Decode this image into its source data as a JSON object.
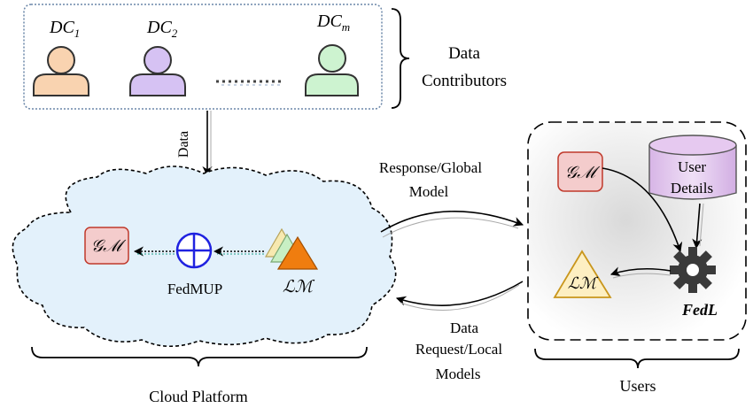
{
  "contributors": {
    "items": [
      {
        "label_main": "DC",
        "label_sub": "1"
      },
      {
        "label_main": "DC",
        "label_sub": "2"
      },
      {
        "label_main": "DC",
        "label_sub": "m"
      }
    ],
    "group_label_line1": "Data",
    "group_label_line2": "Contributors"
  },
  "flows": {
    "data_down": "Data",
    "response_line1": "Response/Global",
    "response_line2": "Model",
    "request_line1": "Data",
    "request_line2": "Request/Local",
    "request_line3": "Models"
  },
  "cloud": {
    "gm_label": "𝒢ℳ",
    "aggregator_label": "FedMUP",
    "lm_label": "ℒℳ",
    "brace_label": "Cloud Platform"
  },
  "users": {
    "gm_label": "𝒢ℳ",
    "db_line1": "User",
    "db_line2": "Details",
    "lm_label": "ℒℳ",
    "engine_label": "FedL",
    "brace_label": "Users"
  },
  "colors": {
    "gm_fill": "#f4cccc",
    "gm_stroke": "#c0392b",
    "aggregator": "#1f22e0",
    "lm_orange": "#f07d0f",
    "db_fill": "#e6c9f0",
    "cloud_fill": "#e3f1fb"
  }
}
